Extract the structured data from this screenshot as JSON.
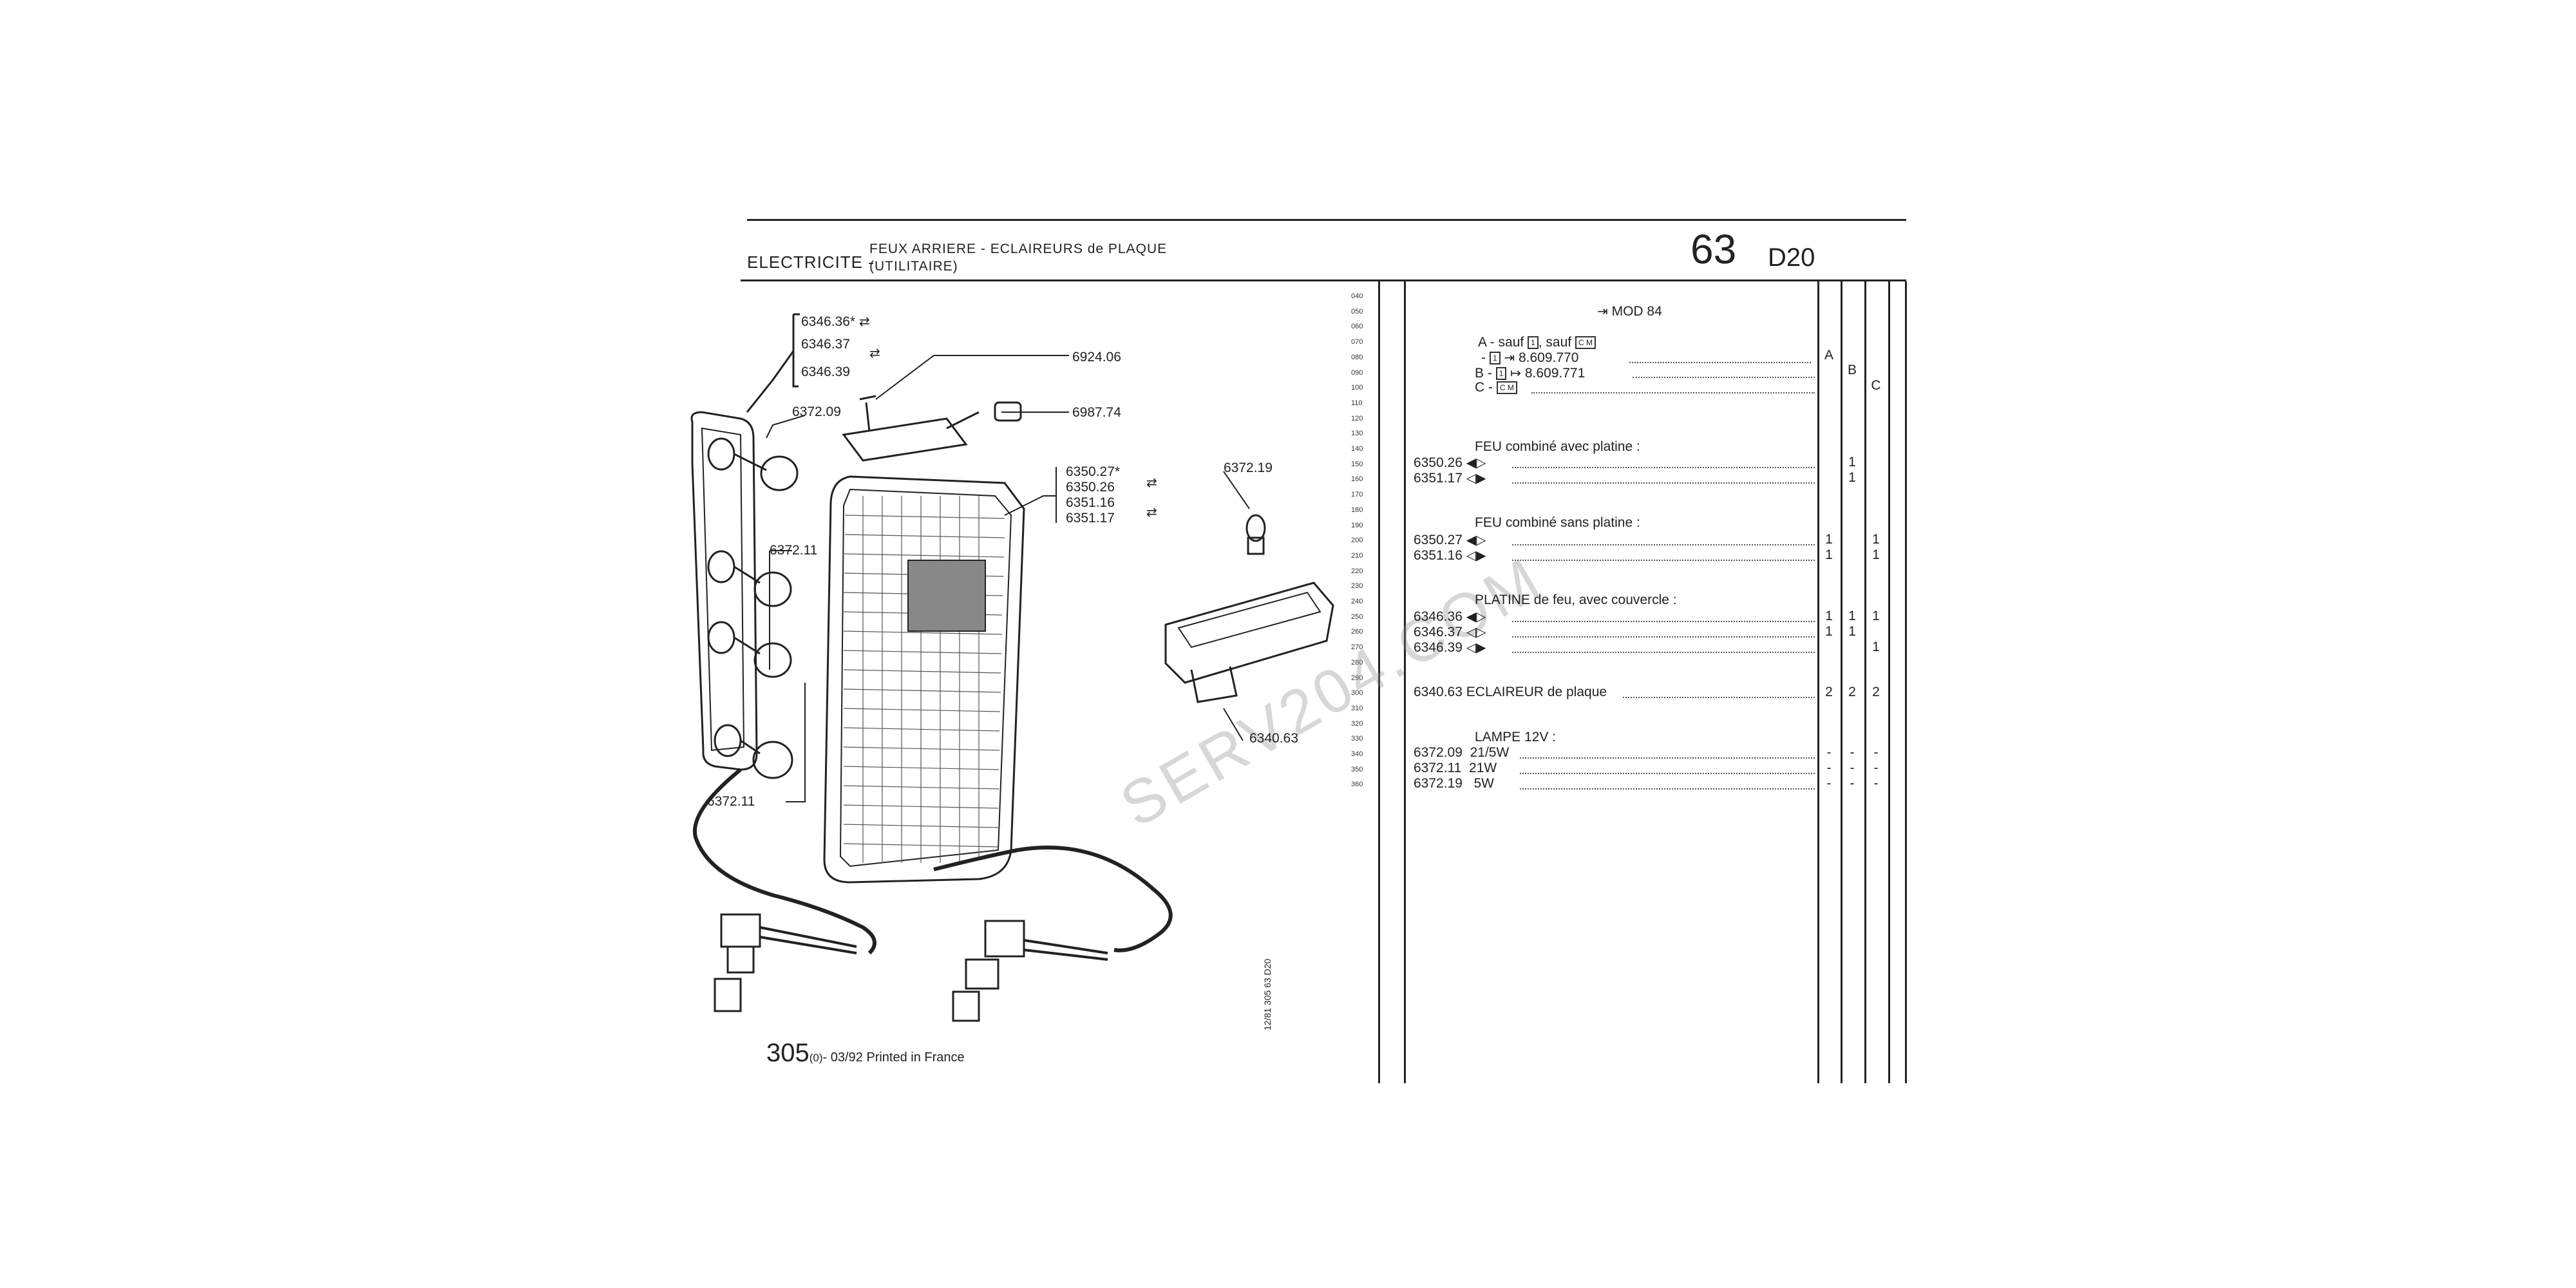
{
  "header": {
    "category": "ELECTRICITE -",
    "title_line1": "FEUX ARRIERE - ECLAIREURS de PLAQUE",
    "title_line2": "(UTILITAIRE)",
    "group": "63",
    "subgroup": "D20"
  },
  "footer": {
    "model": "305",
    "model_sub": "(0)",
    "edition": "- 03/92 Printed in France",
    "side_code": "12/81  305  63 D20"
  },
  "watermark": "SERV204.COM",
  "line_numbers": [
    "040",
    "050",
    "060",
    "070",
    "080",
    "090",
    "100",
    "110",
    "120",
    "130",
    "140",
    "150",
    "160",
    "170",
    "180",
    "190",
    "200",
    "210",
    "220",
    "230",
    "240",
    "250",
    "260",
    "270",
    "280",
    "290",
    "300",
    "310",
    "320",
    "330",
    "340",
    "350",
    "360"
  ],
  "diagram_labels": {
    "l1": "6346.36*",
    "l2": "6346.37",
    "l3": "6346.39",
    "l4": "6372.09",
    "l5": "6924.06",
    "l6": "6987.74",
    "l7": "6372.19",
    "l8": "6350.27*",
    "l9": "6350.26",
    "l10": "6351.16",
    "l11": "6351.17",
    "l12": "6372.11",
    "l13": "6340.63",
    "l14": "6372.11"
  },
  "parts": {
    "mod_label": "MOD 84",
    "cond_a_prefix": "A - sauf",
    "cond_a_box1": "1",
    "cond_a_mid": ", sauf",
    "cond_a_box2": "C M",
    "cond_a2_dash": "-",
    "cond_a2_box": "1",
    "cond_a2_ref": "8.609.770",
    "cond_a_col": "A",
    "cond_b_prefix": "B -",
    "cond_b_box": "1",
    "cond_b_ref": "8.609.771",
    "cond_b_col": "B",
    "cond_c_prefix": "C -",
    "cond_c_box": "C M",
    "cond_c_col": "C",
    "sec1_title": "FEU combiné avec platine :",
    "r1_ref": "6350.26",
    "r1_q": [
      "",
      "1",
      ""
    ],
    "r2_ref": "6351.17",
    "r2_q": [
      "",
      "1",
      ""
    ],
    "sec2_title": "FEU combiné sans platine :",
    "r3_ref": "6350.27",
    "r3_q": [
      "1",
      "",
      "1"
    ],
    "r4_ref": "6351.16",
    "r4_q": [
      "1",
      "",
      "1"
    ],
    "sec3_title": "PLATINE de feu, avec couvercle :",
    "r5_ref": "6346.36",
    "r5_q": [
      "1",
      "1",
      "1"
    ],
    "r6_ref": "6346.37",
    "r6_q": [
      "1",
      "1",
      ""
    ],
    "r7_ref": "6346.39",
    "r7_q": [
      "",
      "",
      "1"
    ],
    "r8_ref": "6340.63",
    "r8_desc": "ECLAIREUR de plaque",
    "r8_q": [
      "2",
      "2",
      "2"
    ],
    "sec4_title": "LAMPE 12V :",
    "r9_ref": "6372.09",
    "r9_desc": "21/5W",
    "r9_q": [
      "-",
      "-",
      "-"
    ],
    "r10_ref": "6372.11",
    "r10_desc": "21W",
    "r10_q": [
      "-",
      "-",
      "-"
    ],
    "r11_ref": "6372.19",
    "r11_desc": "5W",
    "r11_q": [
      "-",
      "-",
      "-"
    ]
  }
}
